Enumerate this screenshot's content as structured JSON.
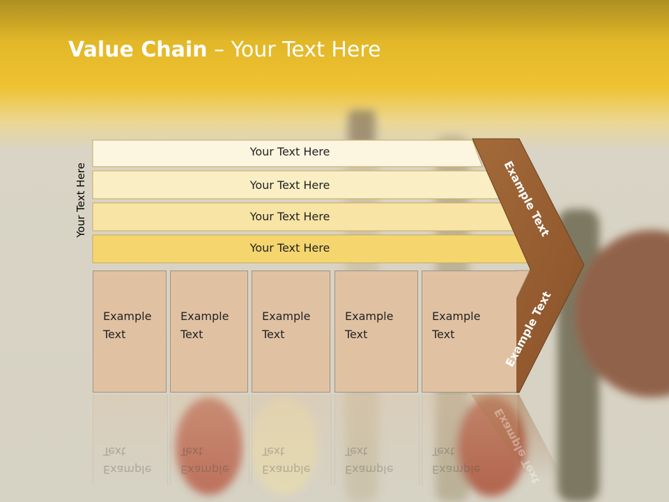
{
  "title": {
    "bold": "Value Chain",
    "rest": " – Your Text Here"
  },
  "side_label": "Your Text Here",
  "rows": [
    "Your Text Here",
    "Your Text Here",
    "Your Text Here",
    "Your Text Here"
  ],
  "columns": [
    {
      "line1": "Example",
      "line2": "Text"
    },
    {
      "line1": "Example",
      "line2": "Text"
    },
    {
      "line1": "Example",
      "line2": "Text"
    },
    {
      "line1": "Example",
      "line2": "Text"
    },
    {
      "line1": "Example",
      "line2": "Text"
    }
  ],
  "chevron": {
    "top_label": "Example Text",
    "bottom_label": "Example Text"
  },
  "colors": {
    "row1": "#fcf5e0",
    "row2": "#faeec4",
    "row3": "#f8e4a4",
    "row4": "#f5d56e",
    "column": "#e0c2a3",
    "chevron": "#9b6133"
  }
}
